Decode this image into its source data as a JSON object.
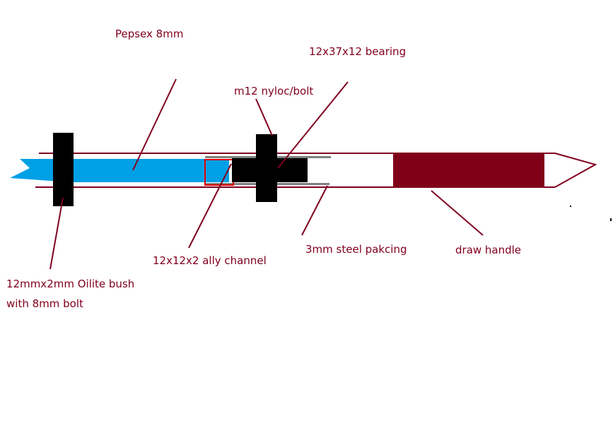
{
  "colors": {
    "background": "#ffffff",
    "ink": "#800020",
    "tube": "#800020",
    "handle": "#800018",
    "pepsex_tube": "#00a0e6",
    "black_parts": "#000000",
    "packing": "#808080",
    "channel_highlight": "#e00000"
  },
  "labels": {
    "pepsex": "Pepsex 8mm",
    "bearing": "12x37x12 bearing",
    "nyloc": "m12 nyloc/bolt",
    "ally_channel": "12x12x2 ally channel",
    "steel_packing": "3mm steel pakcing",
    "draw_handle": "draw handle",
    "oilite_line1": "12mmx2mm Oilite bush",
    "oilite_line2": "with 8mm bolt"
  }
}
